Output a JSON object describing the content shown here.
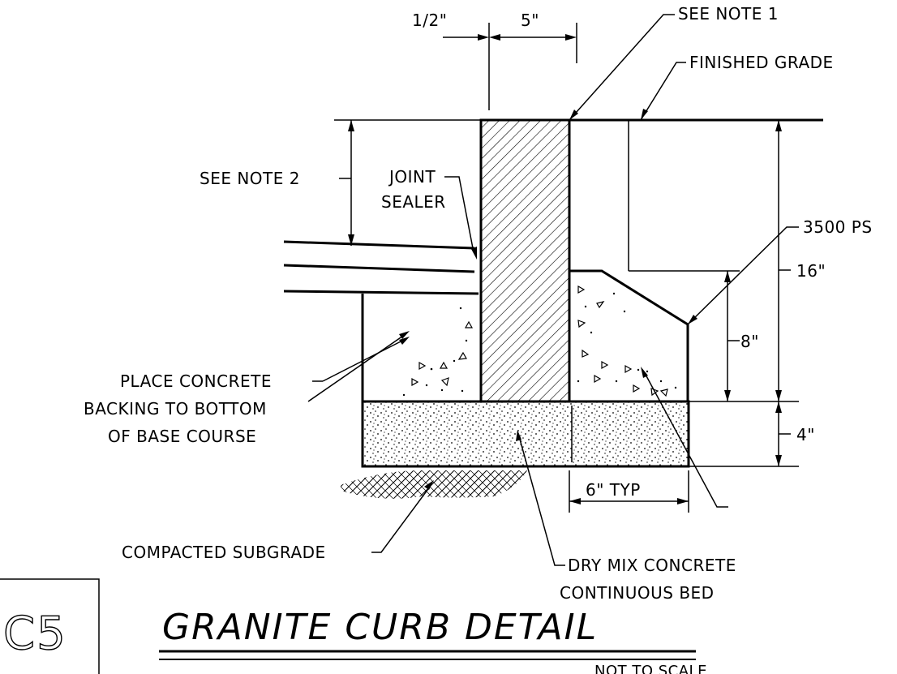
{
  "labels": {
    "dim_half_inch": "1/2\"",
    "dim_five_inch": "5\"",
    "see_note_1": "SEE NOTE 1",
    "finished_grade": "FINISHED GRADE",
    "see_note_2": "SEE NOTE 2",
    "joint_line1": "JOINT",
    "joint_line2": "SEALER",
    "psi_partial": "3500 PS",
    "dim_16": "16\"",
    "dim_8": "8\"",
    "dim_4": "4\"",
    "place_line1": "PLACE CONCRETE",
    "place_line2": "BACKING TO BOTTOM",
    "place_line3": "OF BASE COURSE",
    "dim_6_typ": "6\" TYP",
    "compacted_subgrade": "COMPACTED SUBGRADE",
    "dry_mix_line1": "DRY MIX CONCRETE",
    "dry_mix_line2": "CONTINUOUS BED"
  },
  "title_block": {
    "detail_id": "C5",
    "title": "GRANITE CURB DETAIL",
    "scale_note": "NOT TO SCALE"
  }
}
